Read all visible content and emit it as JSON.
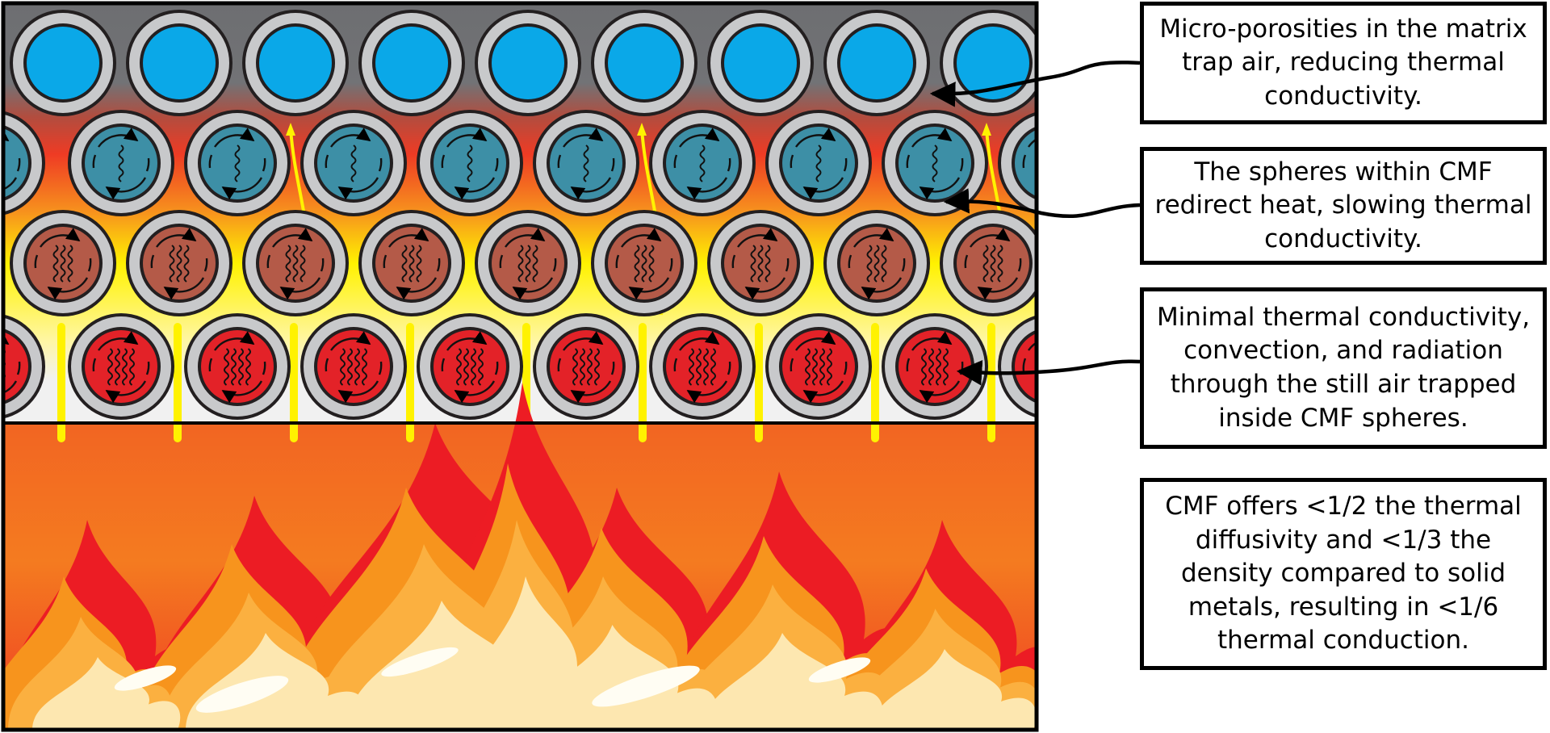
{
  "callouts": [
    {
      "id": "micro-porosities",
      "lines": [
        "Micro-porosities in the matrix",
        "trap air, reducing thermal",
        "conductivity."
      ]
    },
    {
      "id": "spheres-redirect",
      "lines": [
        "The spheres within CMF",
        "redirect heat, slowing thermal",
        "conductivity."
      ]
    },
    {
      "id": "still-air",
      "lines": [
        "Minimal thermal conductivity,",
        "convection, and radiation",
        "through the still air trapped",
        "inside CMF spheres."
      ]
    },
    {
      "id": "diffusivity-density",
      "lines": [
        "CMF offers <1/2 the thermal",
        "diffusivity and <1/3 the",
        "density compared to solid",
        "metals, resulting in <1/6",
        "thermal conduction."
      ]
    }
  ],
  "sphere_rows": [
    {
      "name": "top-row",
      "fill": "#0aa8e8",
      "waves": 0,
      "arrows": false
    },
    {
      "name": "second-row",
      "fill": "#3d8fa6",
      "waves": 1,
      "arrows": true
    },
    {
      "name": "third-row",
      "fill": "#b45a48",
      "waves": 3,
      "arrows": true
    },
    {
      "name": "bottom-row",
      "fill": "#e32228",
      "waves": 4,
      "arrows": true
    }
  ],
  "colors": {
    "matrix": "#6d6e71",
    "shell": "#c8c9cb",
    "heat_red": "#ee3124",
    "heat_yellow": "#fff200",
    "fire_orange": "#f26522",
    "fire_light": "#fde7b0"
  },
  "icons": [
    "arrow-icon",
    "flame-icon",
    "sphere-icon"
  ]
}
